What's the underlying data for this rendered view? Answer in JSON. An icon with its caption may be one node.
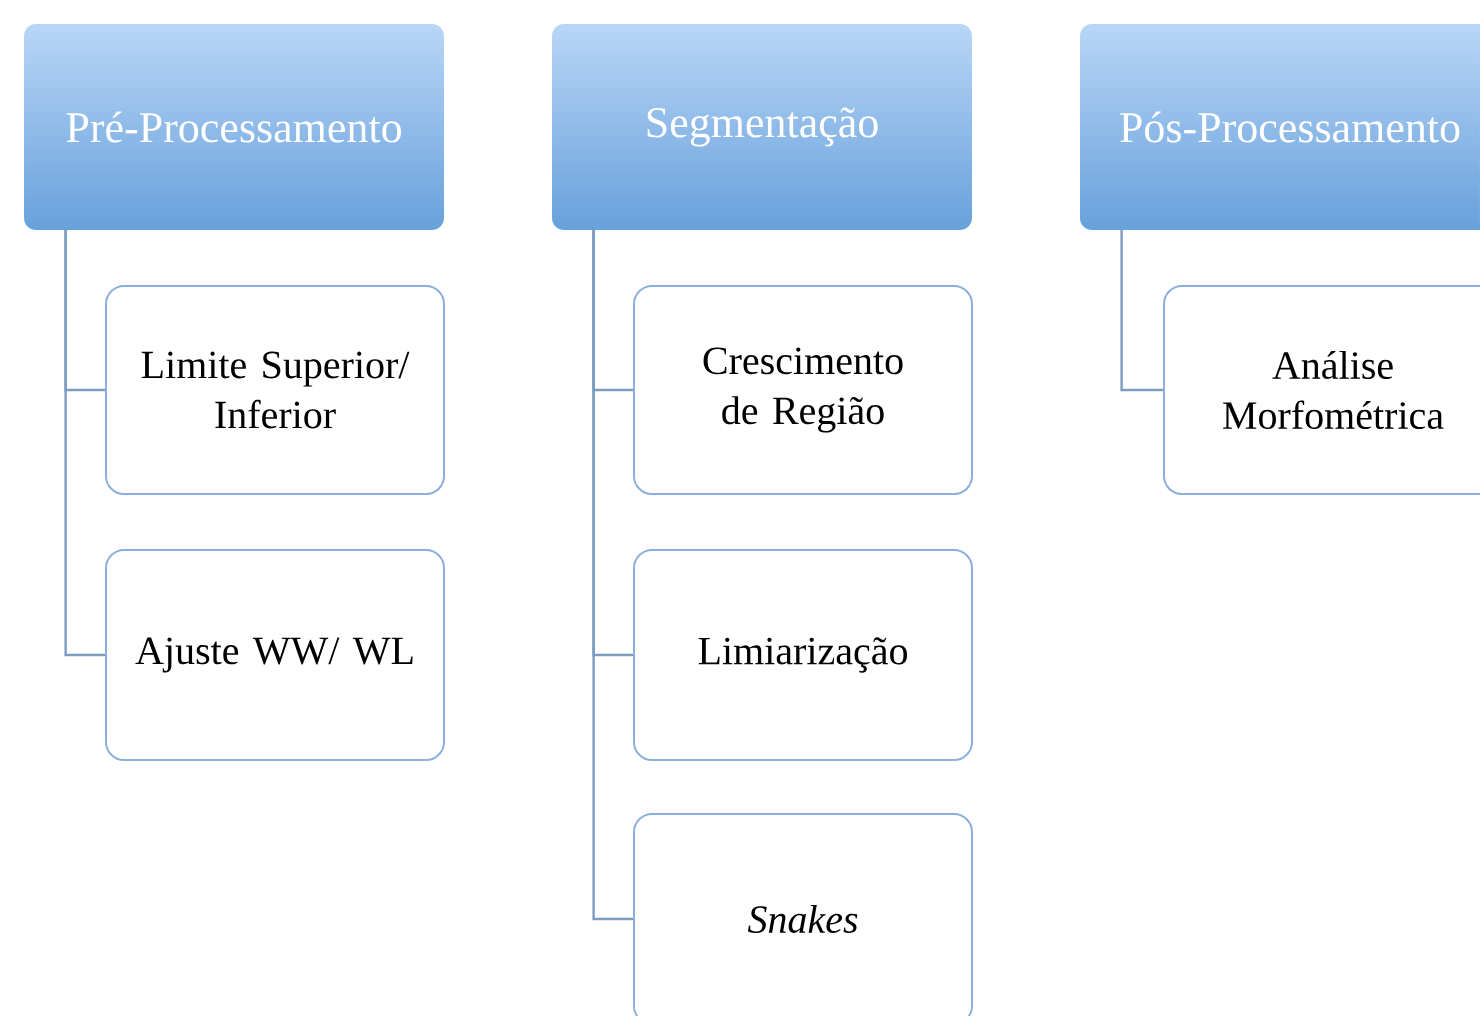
{
  "diagram": {
    "nodes": [
      {
        "text": [
          "Pré-Processamento"
        ]
      },
      {
        "text": [
          "Limite Superior/ Inferior"
        ]
      },
      {
        "text": [
          "Ajuste WW/ WL"
        ]
      },
      {
        "text": [
          "Segmentação"
        ]
      },
      {
        "text": [
          "Crescimento de Região"
        ]
      },
      {
        "text": [
          "Limiarização"
        ]
      },
      {
        "text": [
          "Snakes"
        ]
      },
      {
        "text": [
          "Pós-Processamento"
        ]
      },
      {
        "text": [
          "Análise Morfométrica"
        ]
      }
    ],
    "edges": [
      {
        "from": 0,
        "to": 1,
        "arrow": "none"
      },
      {
        "from": 0,
        "to": 2,
        "arrow": "none"
      },
      {
        "from": 3,
        "to": 4,
        "arrow": "none"
      },
      {
        "from": 3,
        "to": 5,
        "arrow": "none"
      },
      {
        "from": 3,
        "to": 6,
        "arrow": "none"
      },
      {
        "from": 7,
        "to": 8,
        "arrow": "none"
      }
    ]
  }
}
